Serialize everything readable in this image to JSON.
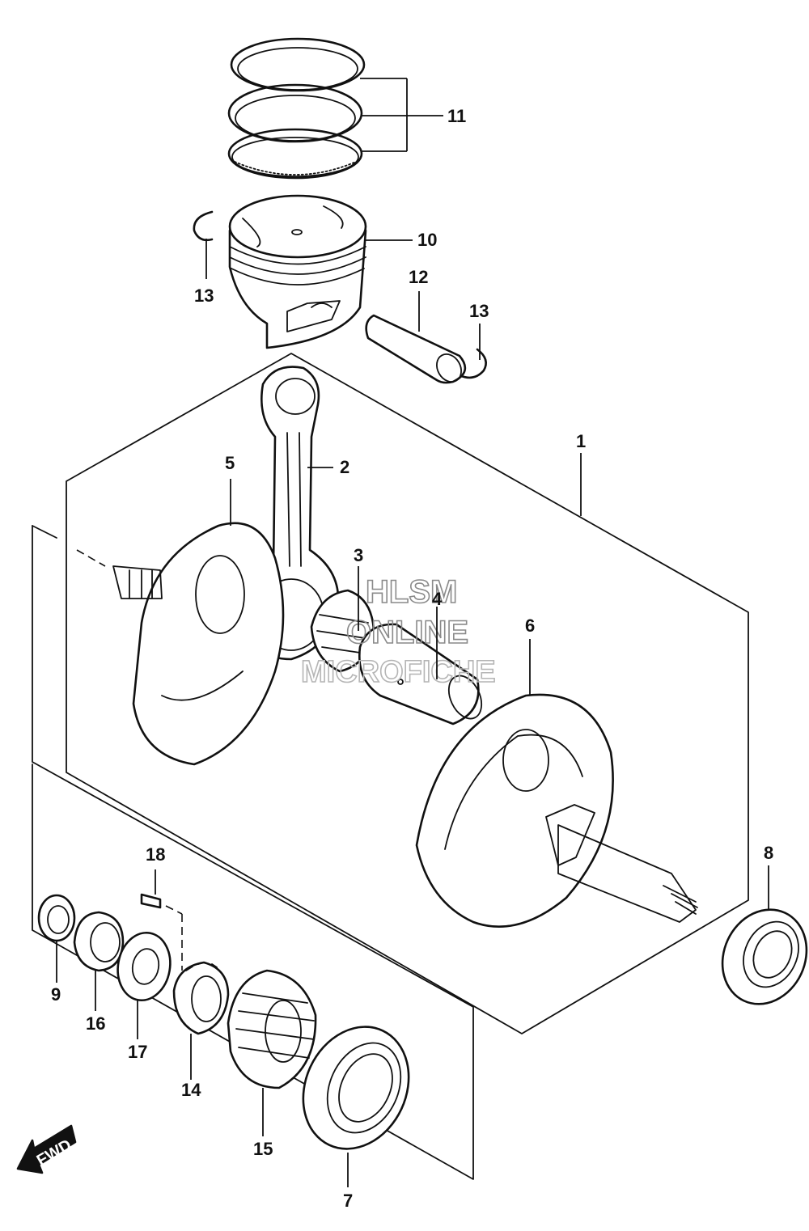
{
  "watermark": {
    "line1": "HLSM",
    "line2": "ONLINE",
    "line3": "MICROFICHE"
  },
  "fwd_label": "FWD",
  "callouts": {
    "c1": "1",
    "c2": "2",
    "c3": "3",
    "c4": "4",
    "c5": "5",
    "c6": "6",
    "c7": "7",
    "c8": "8",
    "c9": "9",
    "c10": "10",
    "c11": "11",
    "c12": "12",
    "c13a": "13",
    "c13b": "13",
    "c14": "14",
    "c15": "15",
    "c16": "16",
    "c17": "17",
    "c18": "18"
  }
}
